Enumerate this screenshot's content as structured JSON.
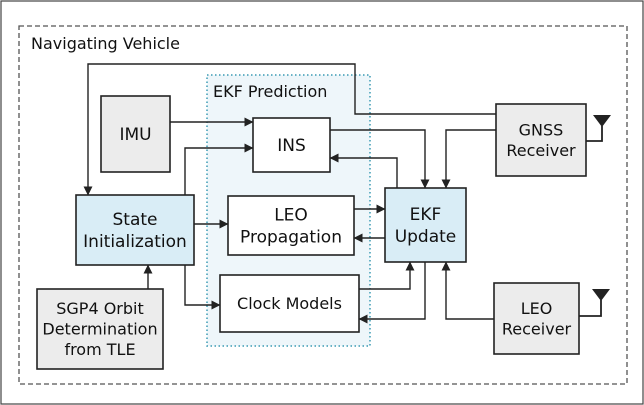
{
  "outer_region": {
    "label": "Navigating Vehicle"
  },
  "ekf_region": {
    "label": "EKF Prediction"
  },
  "blocks": {
    "imu": {
      "lines": [
        "IMU"
      ]
    },
    "ins": {
      "lines": [
        "INS"
      ]
    },
    "state_init": {
      "lines": [
        "State",
        "Initialization"
      ]
    },
    "leo_prop": {
      "lines": [
        "LEO",
        "Propagation"
      ]
    },
    "clock": {
      "lines": [
        "Clock Models"
      ]
    },
    "ekf_update": {
      "lines": [
        "EKF",
        "Update"
      ]
    },
    "gnss": {
      "lines": [
        "GNSS",
        "Receiver"
      ]
    },
    "leo_rx": {
      "lines": [
        "LEO",
        "Receiver"
      ]
    },
    "sgp4": {
      "lines": [
        "SGP4 Orbit",
        "Determination",
        "from TLE"
      ]
    }
  },
  "colors": {
    "highlight_fill": "#d9edf6",
    "gray_fill": "#ececec",
    "white_fill": "#ffffff",
    "ekf_region_fill": "#eef6fa",
    "stroke": "#222222",
    "dotted_stroke": "#3a9ab3"
  },
  "icons": {
    "antenna": "antenna-icon",
    "arrowhead": "arrowhead"
  }
}
